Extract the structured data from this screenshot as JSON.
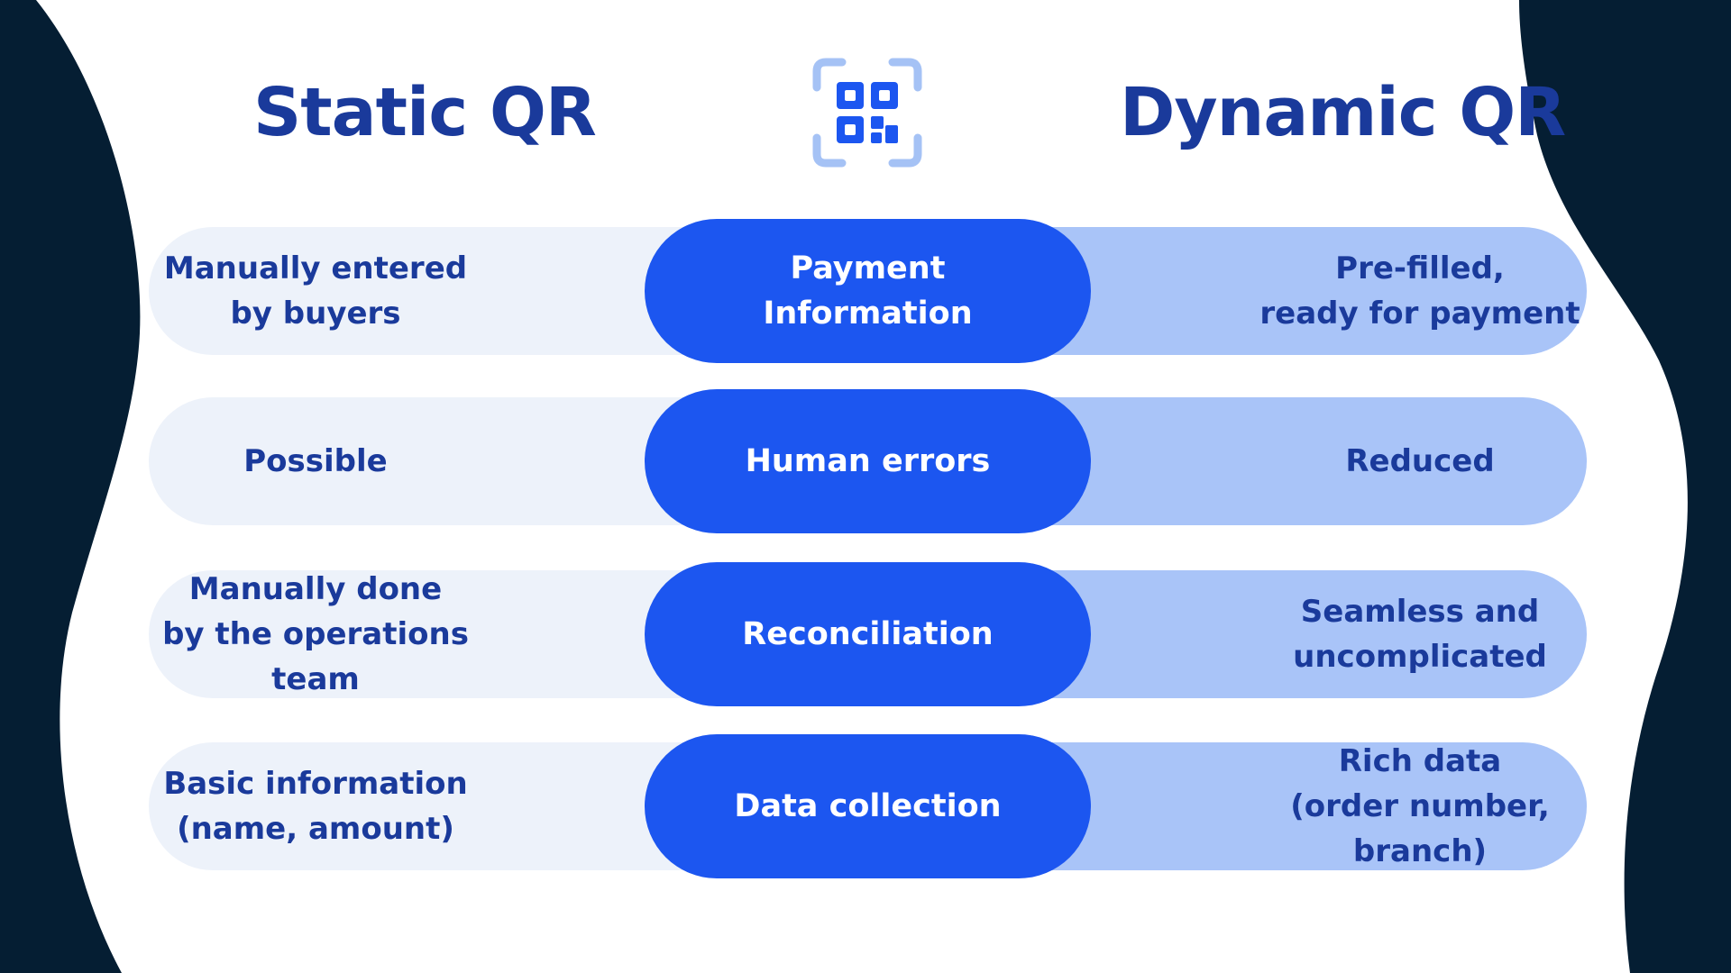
{
  "colors": {
    "navy_background": "#051e33",
    "title_blue": "#1a3a9b",
    "accent_blue": "#1c56f0",
    "light_pill": "#edf2fa",
    "medium_pill": "#a9c4f8",
    "white": "#ffffff",
    "icon_light": "#a5c2f5"
  },
  "headers": {
    "left": "Static QR",
    "right": "Dynamic QR",
    "center_icon": "qr-code-scan-icon"
  },
  "rows": [
    {
      "left": "Manually entered\nby buyers",
      "center": "Payment\nInformation",
      "right": "Pre-filled,\nready for payment"
    },
    {
      "left": "Possible",
      "center": "Human errors",
      "right": "Reduced"
    },
    {
      "left": "Manually done\nby the operations team",
      "center": "Reconciliation",
      "right": "Seamless and\nuncomplicated"
    },
    {
      "left": "Basic information\n(name, amount)",
      "center": "Data collection",
      "right": "Rich data\n(order number, branch)"
    }
  ]
}
